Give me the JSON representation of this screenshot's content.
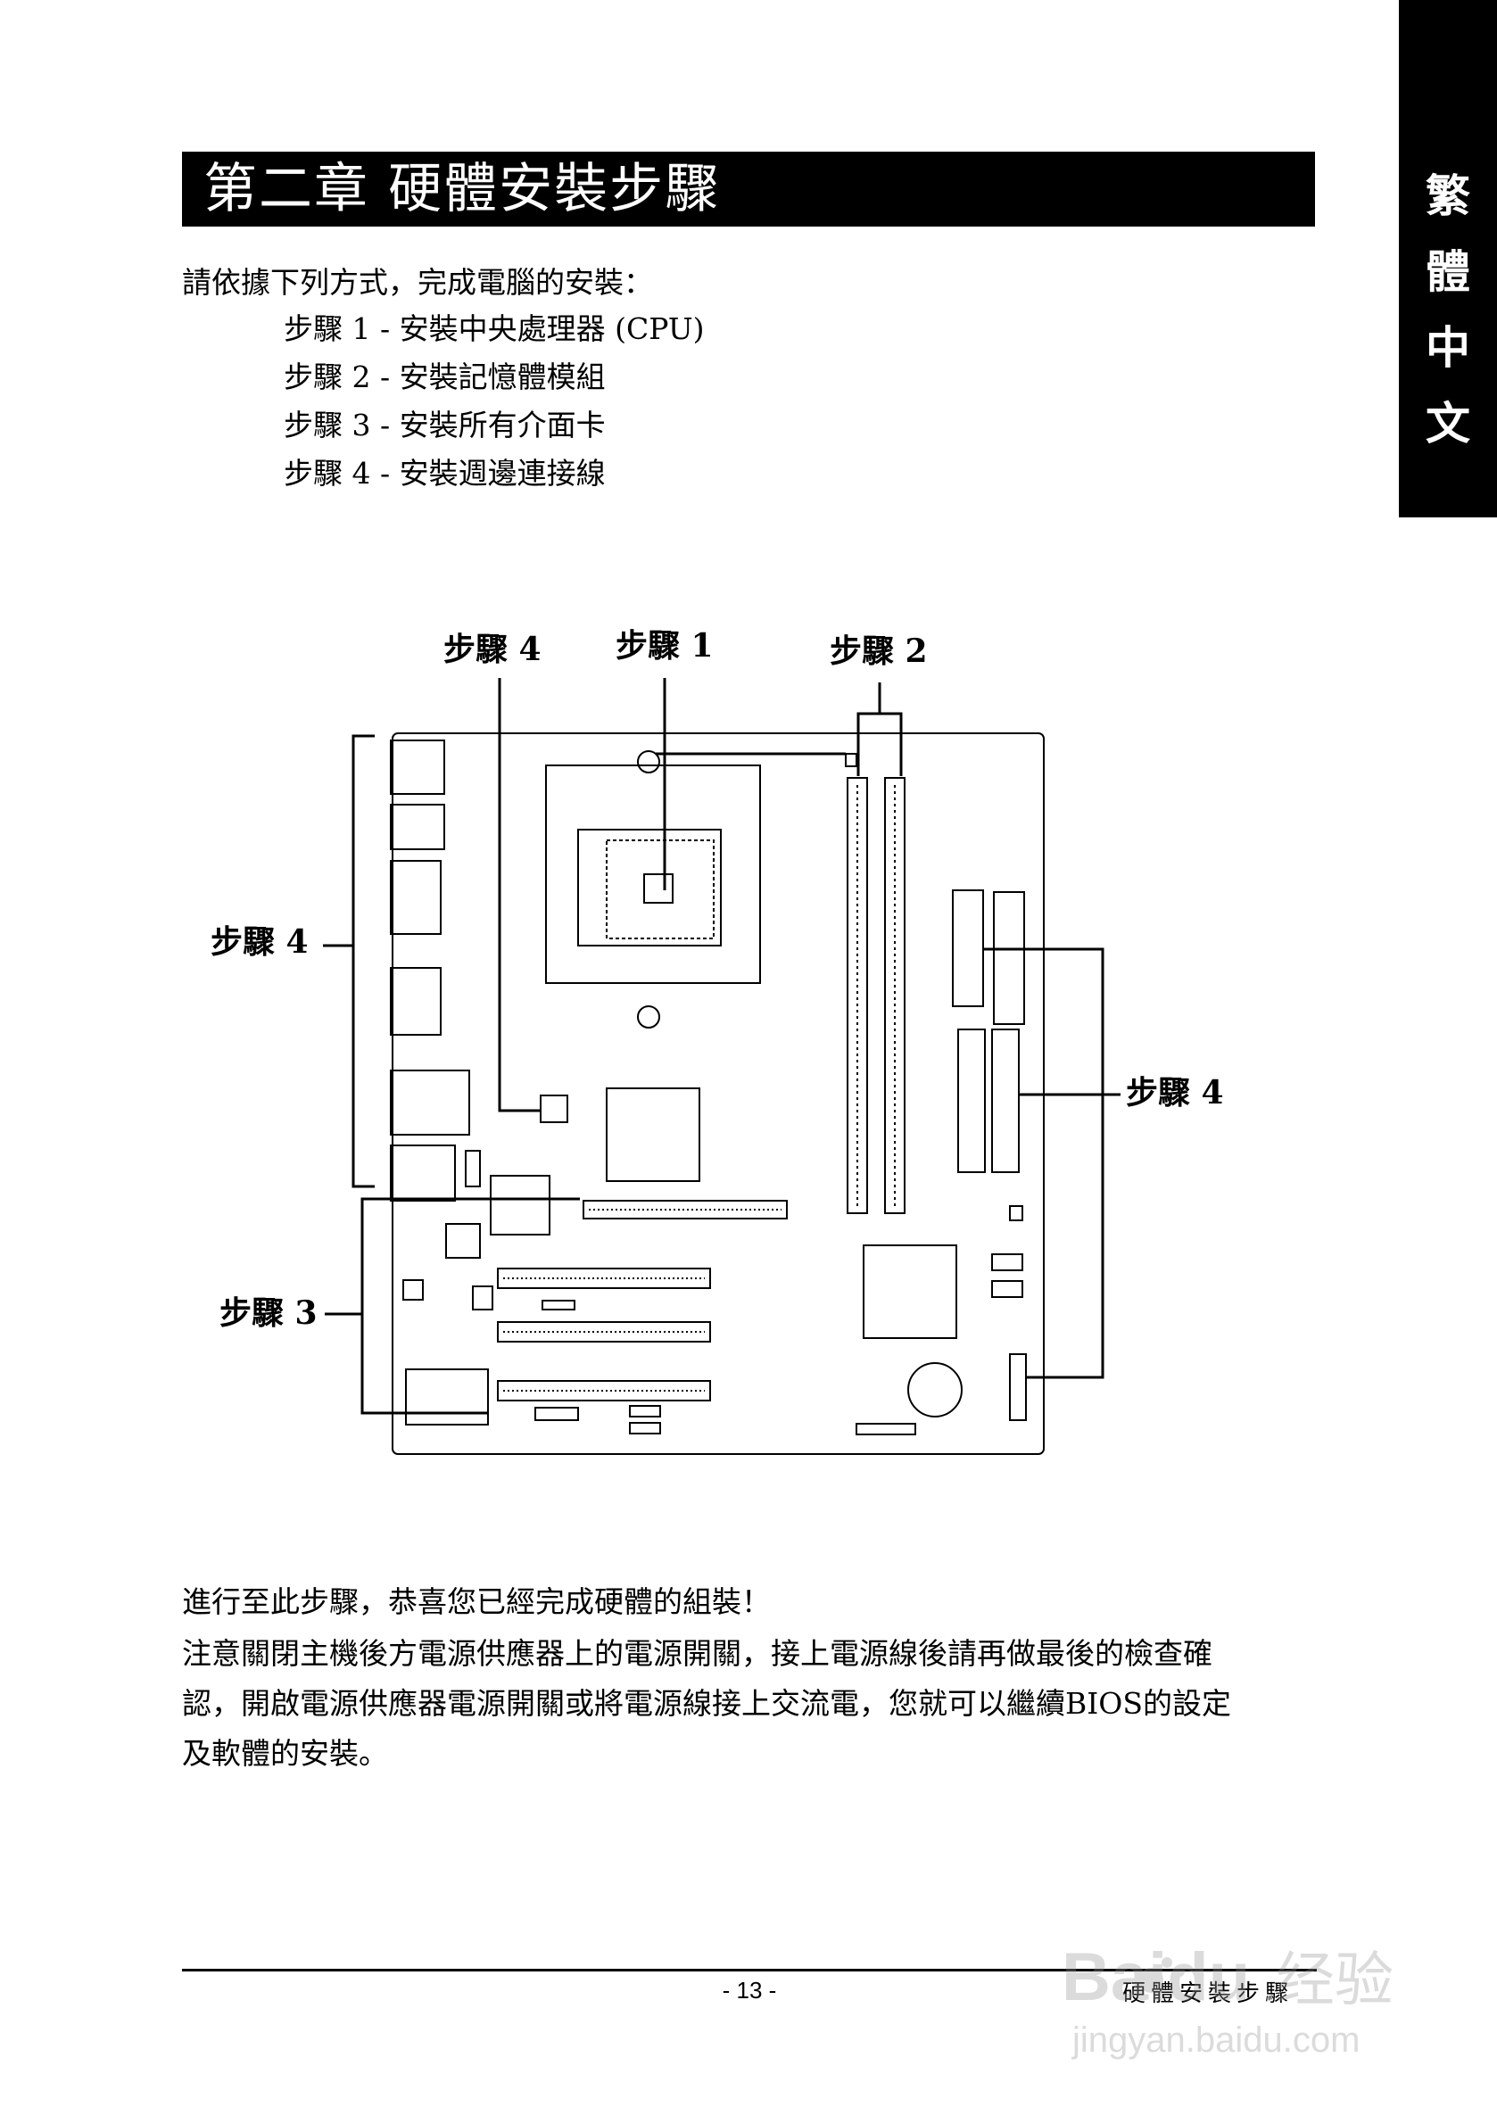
{
  "side_tab": {
    "chars": [
      "繁",
      "體",
      "中",
      "文"
    ]
  },
  "header": {
    "title": "第二章 硬體安裝步驟"
  },
  "intro": {
    "lead": "請依據下列方式，完成電腦的安裝：",
    "steps": [
      "步驟 1 - 安裝中央處理器 (CPU)",
      "步驟 2 - 安裝記憶體模組",
      "步驟 3 - 安裝所有介面卡",
      "步驟 4 - 安裝週邊連接線"
    ]
  },
  "diagram": {
    "labels": {
      "step4_top": "步驟 4",
      "step1_top": "步驟 1",
      "step2_top": "步驟 2",
      "step4_left": "步驟 4",
      "step4_right": "步驟 4",
      "step3_left": "步驟 3"
    }
  },
  "closing": {
    "line1": "進行至此步驟，恭喜您已經完成硬體的組裝！",
    "line2": "注意關閉主機後方電源供應器上的電源開關，接上電源線後請再做最後的檢查確",
    "line3": "認，開啟電源供應器電源開關或將電源線接上交流電，您就可以繼續BIOS的設定",
    "line4": "及軟體的安裝。"
  },
  "footer": {
    "page_number": "- 13 -",
    "section_title": "硬體安裝步驟"
  },
  "watermark": {
    "brand": "Baidu",
    "brand_cn": "经验",
    "url": "jingyan.baidu.com"
  }
}
